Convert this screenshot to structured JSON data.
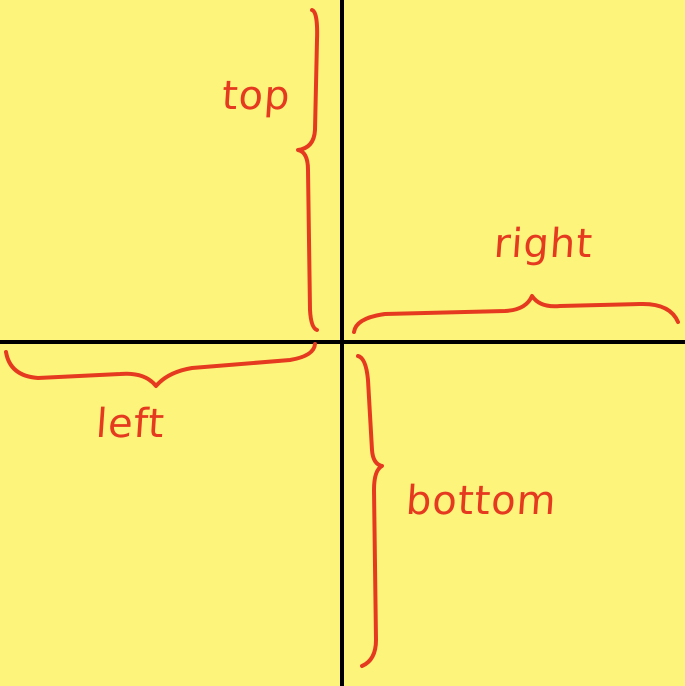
{
  "labels": {
    "top": "top",
    "right": "right",
    "left": "left",
    "bottom": "bottom"
  },
  "colors": {
    "background": "#fdf57b",
    "axis": "#000000",
    "annotation": "#e53a1f"
  }
}
